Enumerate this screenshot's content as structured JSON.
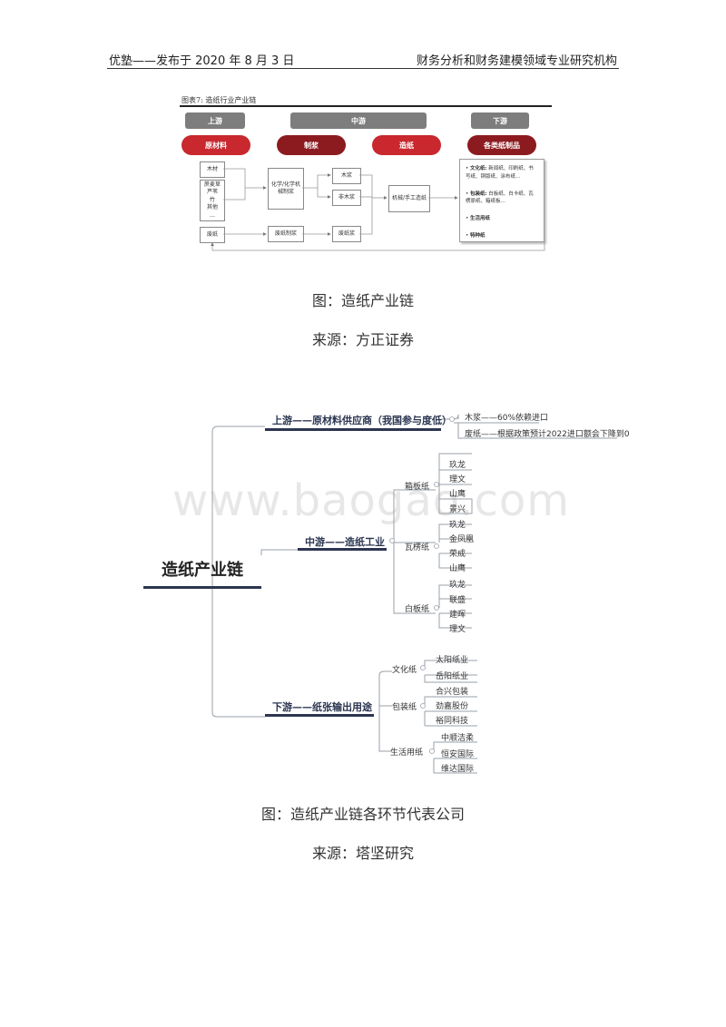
{
  "header": {
    "left": "优塾——发布于 2020 年 8 月 3 日",
    "right": "财务分析和财务建模领域专业研究机构"
  },
  "figure1": {
    "label": "图表7:  造纸行业产业链",
    "stages": [
      "上游",
      "中游",
      "下游"
    ],
    "pills": [
      "原材料",
      "制浆",
      "造纸",
      "各类纸制品"
    ],
    "raw": {
      "wood": "木材",
      "grass": [
        "蔗麦草",
        "芦苇",
        "竹",
        "其他",
        "…"
      ],
      "waste": "废纸"
    },
    "process": {
      "chem": [
        "化学/化学机",
        "械制浆"
      ],
      "deink": "废纸制浆",
      "softwood": "木浆",
      "nonwood": "非木浆",
      "wastepulp": "废纸浆",
      "machine": "机械/手工造纸"
    },
    "products": [
      {
        "title": "文化纸:",
        "text": "新闻纸、印刷纸、书写纸、铜版纸、涂布纸…"
      },
      {
        "title": "包装纸:",
        "text": "白板纸、白卡纸、瓦楞原纸、箱纸板…"
      },
      {
        "title": "生活用纸",
        "text": ""
      },
      {
        "title": "特种纸",
        "text": ""
      }
    ]
  },
  "caption1": "图：造纸产业链",
  "source1": "来源：方正证券",
  "watermark": "www.baogao.com",
  "mindmap": {
    "root": "造纸产业链",
    "upstream": {
      "label": "上游——原材料供应商（我国参与度低）",
      "items": [
        "木浆——60%依赖进口",
        "废纸——根据政策预计2022进口额会下降到0"
      ]
    },
    "midstream": {
      "label": "中游——造纸工业",
      "groups": [
        {
          "name": "箱板纸",
          "items": [
            "玖龙",
            "理文",
            "山鹰",
            "景兴"
          ]
        },
        {
          "name": "瓦楞纸",
          "items": [
            "玖龙",
            "金凤凰",
            "荣成",
            "山鹰"
          ]
        },
        {
          "name": "白板纸",
          "items": [
            "玖龙",
            "联盛",
            "建晖",
            "理文"
          ]
        }
      ]
    },
    "downstream": {
      "label": "下游——纸张输出用途",
      "groups": [
        {
          "name": "文化纸",
          "items": [
            "太阳纸业",
            "岳阳纸业"
          ]
        },
        {
          "name": "包装纸",
          "items": [
            "合兴包装",
            "劲嘉股份",
            "裕同科技"
          ]
        },
        {
          "name": "生活用纸",
          "items": [
            "中顺洁柔",
            "恒安国际",
            "维达国际"
          ]
        }
      ]
    }
  },
  "caption2": "图：造纸产业链各环节代表公司",
  "source2": "来源：塔坚研究"
}
